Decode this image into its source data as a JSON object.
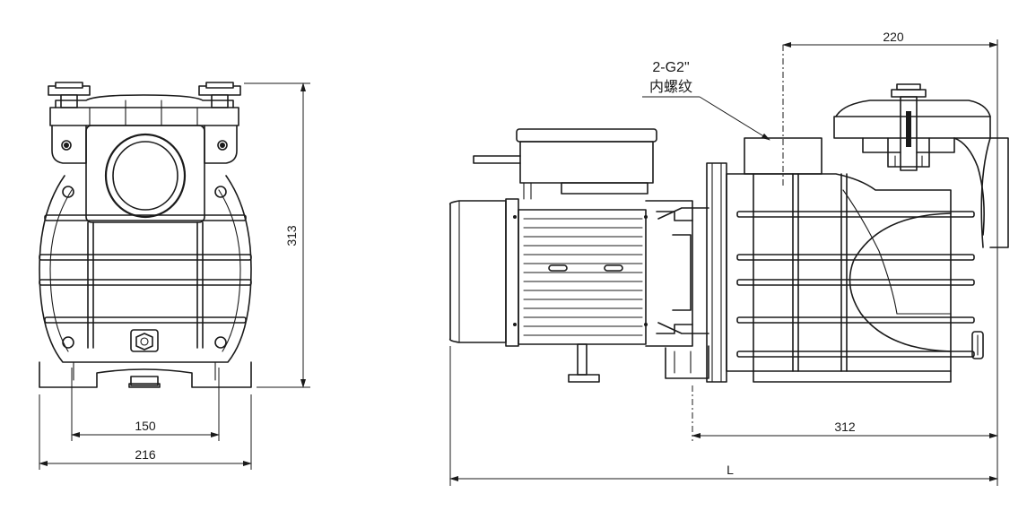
{
  "dimensions": {
    "front_height": "313",
    "front_bolt_spacing": "150",
    "front_width": "216",
    "side_inlet_offset": "220",
    "side_base_length": "312",
    "side_total_length": "L"
  },
  "callout": {
    "thread_line1": "2-G2\"",
    "thread_line2": "内螺纹"
  }
}
